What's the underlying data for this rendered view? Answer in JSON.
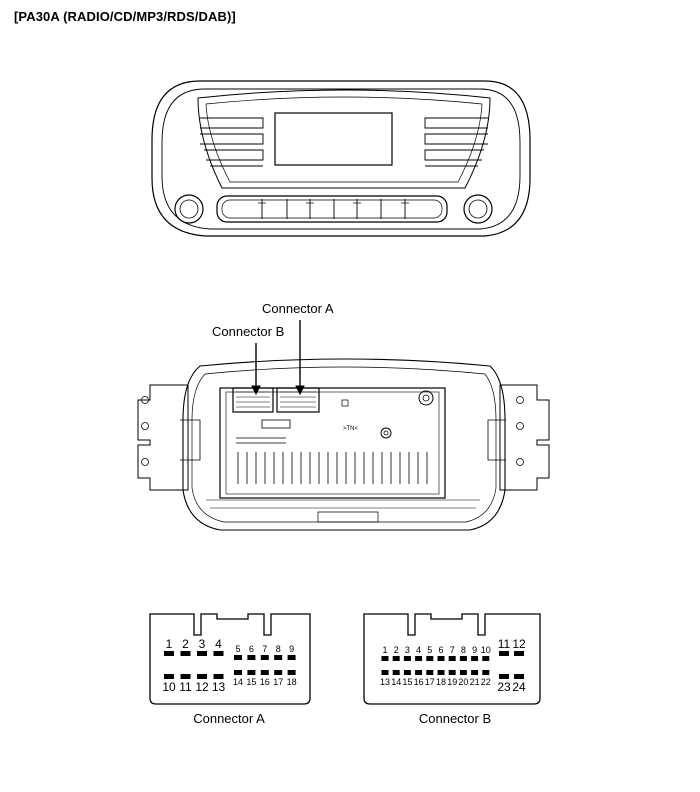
{
  "title": "[PA30A (RADIO/CD/MP3/RDS/DAB)]",
  "callouts": {
    "connector_a": "Connector A",
    "connector_b": "Connector B"
  },
  "unit_marking": ">TN<",
  "connector_a": {
    "caption": "Connector A",
    "top_row_large": [
      "1",
      "2",
      "3",
      "4"
    ],
    "top_row_small": [
      "5",
      "6",
      "7",
      "8",
      "9"
    ],
    "bottom_row_large": [
      "10",
      "11",
      "12",
      "13"
    ],
    "bottom_row_small": [
      "14",
      "15",
      "16",
      "17",
      "18"
    ]
  },
  "connector_b": {
    "caption": "Connector B",
    "top_row_small": [
      "1",
      "2",
      "3",
      "4",
      "5",
      "6",
      "7",
      "8",
      "9",
      "10"
    ],
    "top_row_large": [
      "11",
      "12"
    ],
    "bottom_row_small": [
      "13",
      "14",
      "15",
      "16",
      "17",
      "18",
      "19",
      "20",
      "21",
      "22"
    ],
    "bottom_row_large": [
      "23",
      "24"
    ]
  }
}
